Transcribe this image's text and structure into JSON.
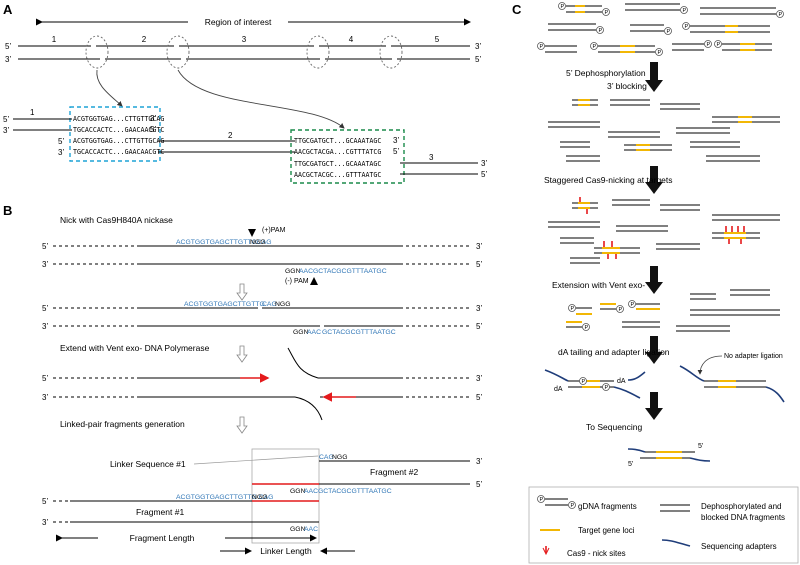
{
  "panel_a": {
    "label": "A",
    "region_label": "Region of interest",
    "strand_5": "5’",
    "strand_3": "3’",
    "segments": [
      "1",
      "2",
      "3",
      "4",
      "5"
    ],
    "box1": {
      "row1": "ACGTGGTGAG...CTTGTTGCAG",
      "row2": "TGCACCACTC...GAACAACGTC",
      "row3": "ACGTGGTGAG...CTTGTTGCAG",
      "row4": "TGCACCACTC...GAACAACGTC"
    },
    "box2": {
      "row1": "TTGCGATGCT...GCAAATAGC",
      "row2": "AACGCTACGA...CGTTTATCG",
      "row3": "TTGCGATGCT...GCAAATAGC",
      "row4": "AACGCTACGC...GTTTAATGC"
    }
  },
  "panel_b": {
    "label": "B",
    "step1": "Nick with Cas9H840A nickase",
    "pam_plus": "(+)PAM",
    "pam_minus": "(-) PAM",
    "seq_top_blue": "ACGTGGTGAGCTTGTTGCAG",
    "seq_ngg": "NGG",
    "seq_ggn": "GGN",
    "seq_bottom_blue": "AACGCTACGCGTTTAATGC",
    "seq_top_split_blue": "ACGTGGTGAGCTTGTTG",
    "seq_cag": "CAG",
    "seq_aac": "AAC",
    "seq_bottom_split_blue": "GCTACGCGTTTAATGC",
    "step2": "Extend with Vent exo- DNA Polymerase",
    "step3": "Linked-pair fragments generation",
    "linker_seq": "Linker Sequence #1",
    "fragment2": "Fragment #2",
    "fragment1": "Fragment #1",
    "frag2_bottom_blue": "AACGCTACGCGTTTAATGC",
    "frag1_top_blue": "ACGTGGTGAGCTTGTTG CAG",
    "fragment_length": "Fragment Length",
    "linker_length": "Linker Length"
  },
  "panel_c": {
    "label": "C",
    "step1a": "5’ Dephosphorylation",
    "step1b": "3’ blocking",
    "step2": "Staggered Cas9-nicking at targets",
    "step3": "Extension with Vent exo-",
    "step4": "dA tailing and adapter ligation",
    "no_ligation": "No adapter ligation",
    "step5": "To Sequencing",
    "p_symbol": "P",
    "da": "dA",
    "five_prime": "5’",
    "legend": {
      "gdna": "gDNA fragments",
      "target": "Target gene loci",
      "nick": "Cas9 - nick sites",
      "dephos": "Dephosphorylated and blocked DNA fragments",
      "adapters": "Sequencing adapters"
    }
  }
}
